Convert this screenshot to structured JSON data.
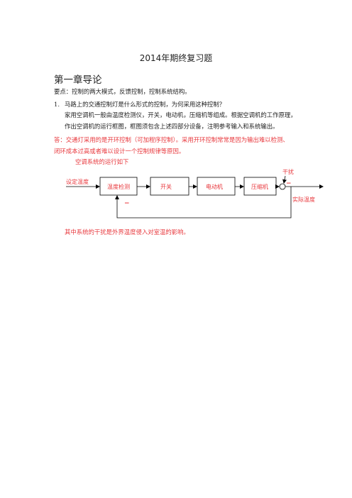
{
  "doc": {
    "title": "2014年期终复习题",
    "chapter": "第一章导论",
    "key_points": "要点：控制的两大模式，反馈控制，控制系统结构。",
    "q1_number": "1.",
    "q1_text": "马路上的交通控制灯是什么形式的控制，为何采用这种控制？",
    "q1_line2": "家用空调机一般由温度检测仪，开关，电动机，压缩机等组成。根据空调机的工作原理，",
    "q1_line3": "作出空调机的运行框图，框图须包含上述四部分设备，注明参考输入和系统输出。",
    "answer_line1": "答：交通灯采用的是开环控制（可加程序控制）。采用开环控制常常是因为输出难以检测、",
    "answer_line2": "闭环成本过高或者难以设计一个控制规律等原因。",
    "diagram_caption": "空调系统的运行如下",
    "closing": "其中系统的干扰是外界温度侵入对室温的影响。"
  },
  "diagram": {
    "input_label": "设定温度",
    "blocks": [
      "温度检测",
      "开关",
      "电动机",
      "压缩机"
    ],
    "disturbance_label": "干扰",
    "output_label": "实际温度",
    "feedback_sign": "−",
    "disturbance_sign": "−",
    "colors": {
      "block_text": "#e8383d",
      "line": "#000000"
    }
  }
}
